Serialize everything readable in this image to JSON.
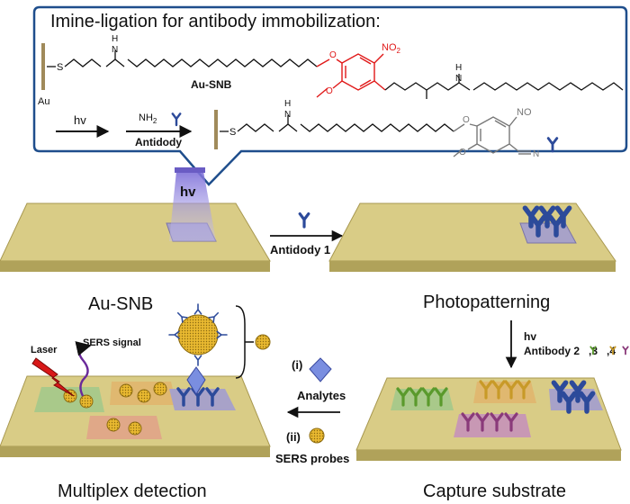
{
  "callout": {
    "title": "Imine-ligation for antibody immobilization:",
    "au_label": "Au",
    "s_atom": "S",
    "h_atom": "H",
    "n_atom": "N",
    "o_atom": "O",
    "nitro_group": "NO",
    "nitro_sub": "2",
    "nitroso_group": "NO",
    "amine_prefix": "NH",
    "amine_sub": "2",
    "molecule_name": "Au-SNB",
    "hv_label": "hv",
    "antibody_label": "Antidody"
  },
  "top_left": {
    "lamp_label": "hv",
    "caption": "Au-SNB"
  },
  "top_arrow": {
    "label": "Antidody 1"
  },
  "top_right": {
    "caption": "Photopatterning"
  },
  "down_arrow": {
    "hv_label": "hv",
    "antibody_text": "Antibody 2",
    "sep3": ",3",
    "sep4": ",4"
  },
  "bottom_left": {
    "laser_label": "Laser",
    "sers_signal_label": "SERS signal",
    "caption": "Multiplex detection"
  },
  "bottom_arrows": {
    "step1_marker": "(i)",
    "step1_label": "Analytes",
    "step2_marker": "(ii)",
    "step2_label": "SERS probes"
  },
  "bottom_right": {
    "caption": "Capture substrate"
  },
  "colors": {
    "gold_top": "#d9cc86",
    "gold_side": "#b0a25a",
    "antibody_blue": "#2c4a9a",
    "antibody_green": "#5a9a2c",
    "antibody_orange": "#c89a28",
    "antibody_purple": "#8a3a7a",
    "callout_border": "#1f4e8c",
    "red_structure": "#e01818",
    "uv_light": "#9b8ee0"
  }
}
